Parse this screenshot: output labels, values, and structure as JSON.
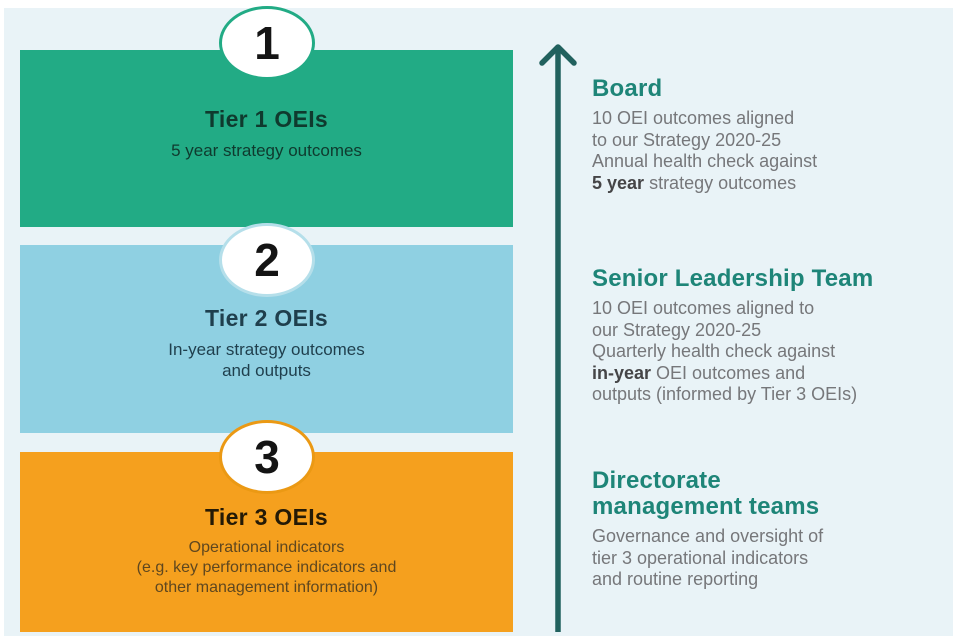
{
  "colors": {
    "panel-bg": "#e9f3f7",
    "tier1-green": "#22ab85",
    "tier2-blue": "#8fd0e2",
    "tier3-orange": "#f5a01e",
    "arrow-teal": "#21615e",
    "heading-teal": "#1e8578",
    "body-gray": "#76777a",
    "body-gray-bold": "#454547"
  },
  "tiers": [
    {
      "number": "1",
      "title": "Tier 1 OEIs",
      "subtitle_lines": [
        "5 year strategy outcomes"
      ]
    },
    {
      "number": "2",
      "title": "Tier 2 OEIs",
      "subtitle_lines": [
        "In-year strategy outcomes",
        "and outputs"
      ]
    },
    {
      "number": "3",
      "title": "Tier 3 OEIs",
      "subtitle_lines": [
        "Operational indicators",
        "(e.g. key performance indicators and",
        "other management information)"
      ]
    }
  ],
  "annotations": [
    {
      "heading_lines": [
        "Board"
      ],
      "body": [
        {
          "text": "10 OEI outcomes aligned"
        },
        {
          "text": "to our Strategy 2020-25"
        },
        {
          "text": "Annual health check against"
        },
        {
          "bold": "5 year",
          "text": " strategy outcomes"
        }
      ]
    },
    {
      "heading_lines": [
        "Senior Leadership Team"
      ],
      "body": [
        {
          "text": "10 OEI outcomes aligned to"
        },
        {
          "text": "our Strategy 2020-25"
        },
        {
          "text": "Quarterly health check against"
        },
        {
          "bold": "in-year",
          "text": " OEI outcomes and"
        },
        {
          "text": "outputs (informed by Tier 3 OEIs)"
        }
      ]
    },
    {
      "heading_lines": [
        "Directorate",
        "management teams"
      ],
      "body": [
        {
          "text": "Governance and oversight of"
        },
        {
          "text": "tier 3 operational indicators"
        },
        {
          "text": "and routine reporting"
        }
      ]
    }
  ]
}
